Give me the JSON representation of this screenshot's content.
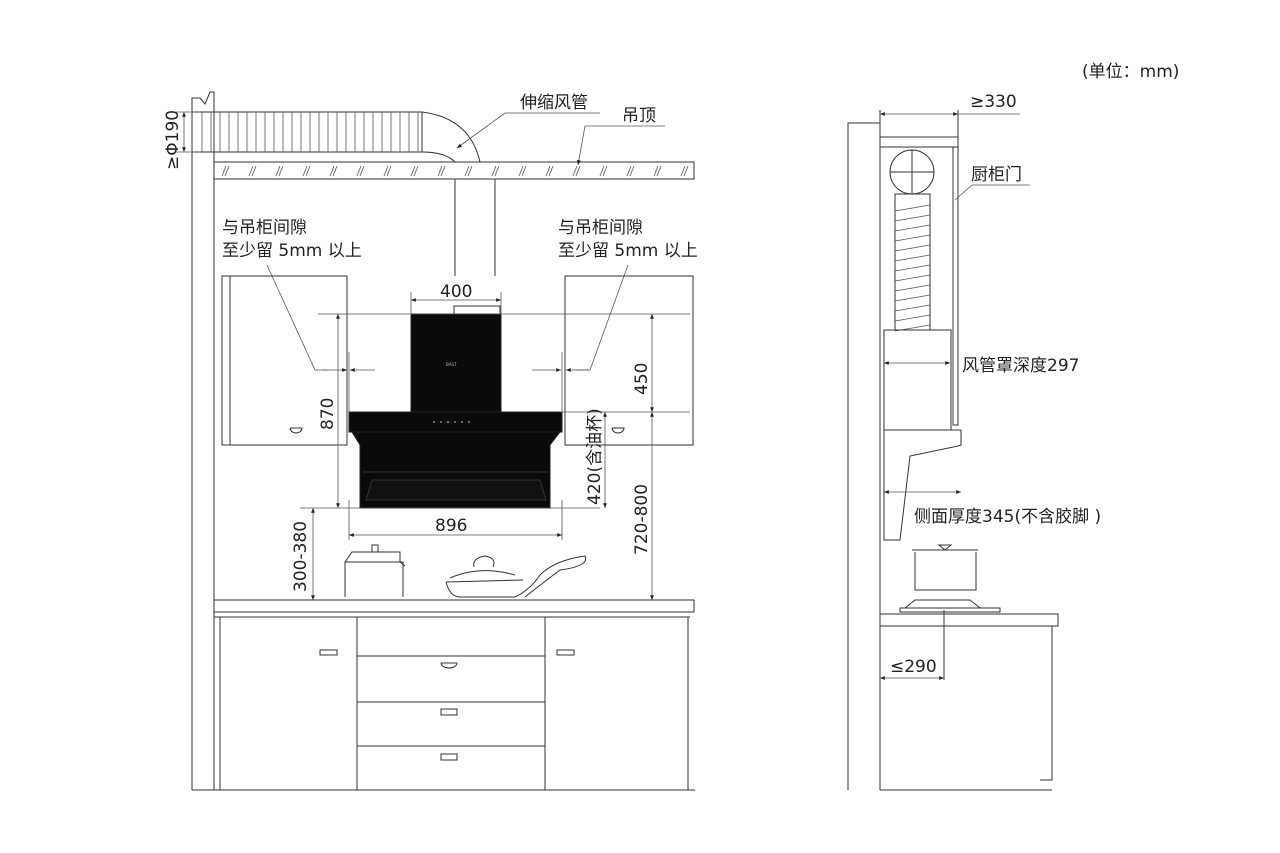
{
  "unit_note": "(单位：mm)",
  "front_view": {
    "duct_label": "伸缩风管",
    "ceiling_label": "吊顶",
    "duct_diameter": "≥Φ190",
    "gap_note_left": [
      "与吊柜间隙",
      "至少留 5mm 以上"
    ],
    "gap_note_right": [
      "与吊柜间隙",
      "至少留 5mm 以上"
    ],
    "dim_chimney_width": "400",
    "dim_total_height": "870",
    "dim_chimney_height": "450",
    "dim_body_height": "420(含油杯)",
    "dim_width": "896",
    "dim_install_to_stove": "300-380",
    "dim_install_to_counter": "720-800"
  },
  "side_view": {
    "dim_depth_min": "≥330",
    "cabinet_door_label": "厨柜门",
    "duct_cover_depth": "风管罩深度297",
    "side_thickness": "侧面厚度345(不含胶脚 )",
    "dim_counter_depth": "≤290"
  }
}
